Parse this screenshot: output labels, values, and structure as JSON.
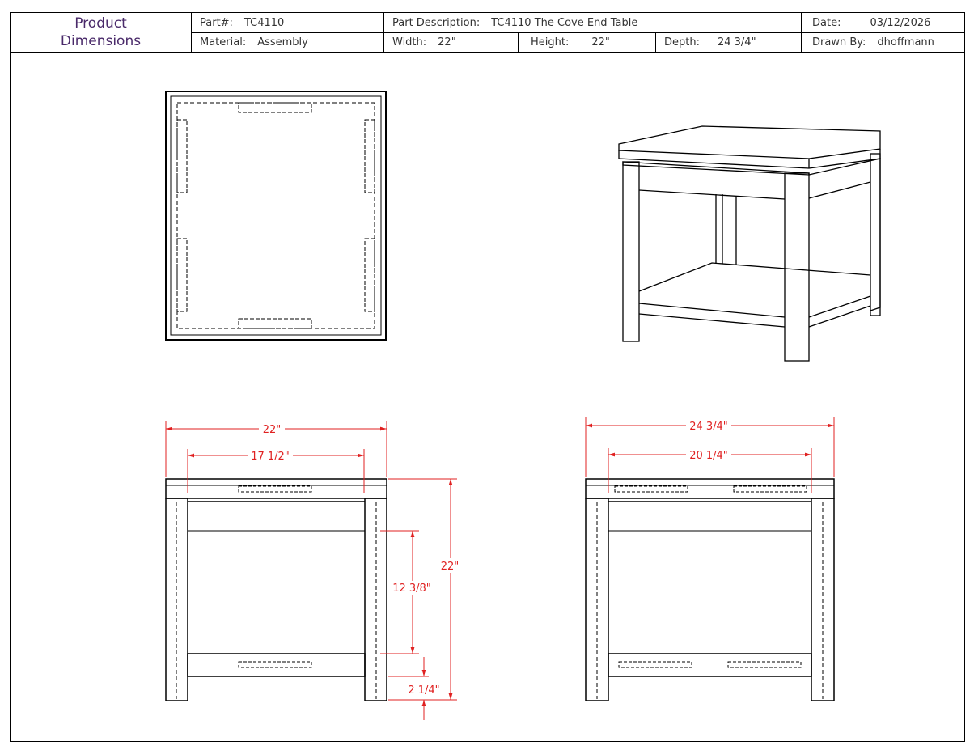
{
  "title_block": {
    "title_line1": "Product",
    "title_line2": "Dimensions",
    "part_label": "Part#:",
    "part_value": "TC4110",
    "desc_label": "Part Description:",
    "desc_value": "TC4110 The Cove End Table",
    "date_label": "Date:",
    "date_value": "03/12/2026",
    "material_label": "Material:",
    "material_value": "Assembly",
    "width_label": "Width:",
    "width_value": "22\"",
    "height_label": "Height:",
    "height_value": "22\"",
    "depth_label": "Depth:",
    "depth_value": "24 3/4\"",
    "drawn_label": "Drawn By:",
    "drawn_value": "dhoffmann"
  },
  "dimensions": {
    "front_overall_width": "22\"",
    "front_inner_width": "17 1/2\"",
    "front_overall_height": "22\"",
    "front_opening_height": "12 3/8\"",
    "front_leg_clearance": "2 1/4\"",
    "side_overall_depth": "24 3/4\"",
    "side_inner_depth": "20 1/4\""
  },
  "colors": {
    "dimension": "#e02020",
    "title": "#4a2a6a"
  }
}
